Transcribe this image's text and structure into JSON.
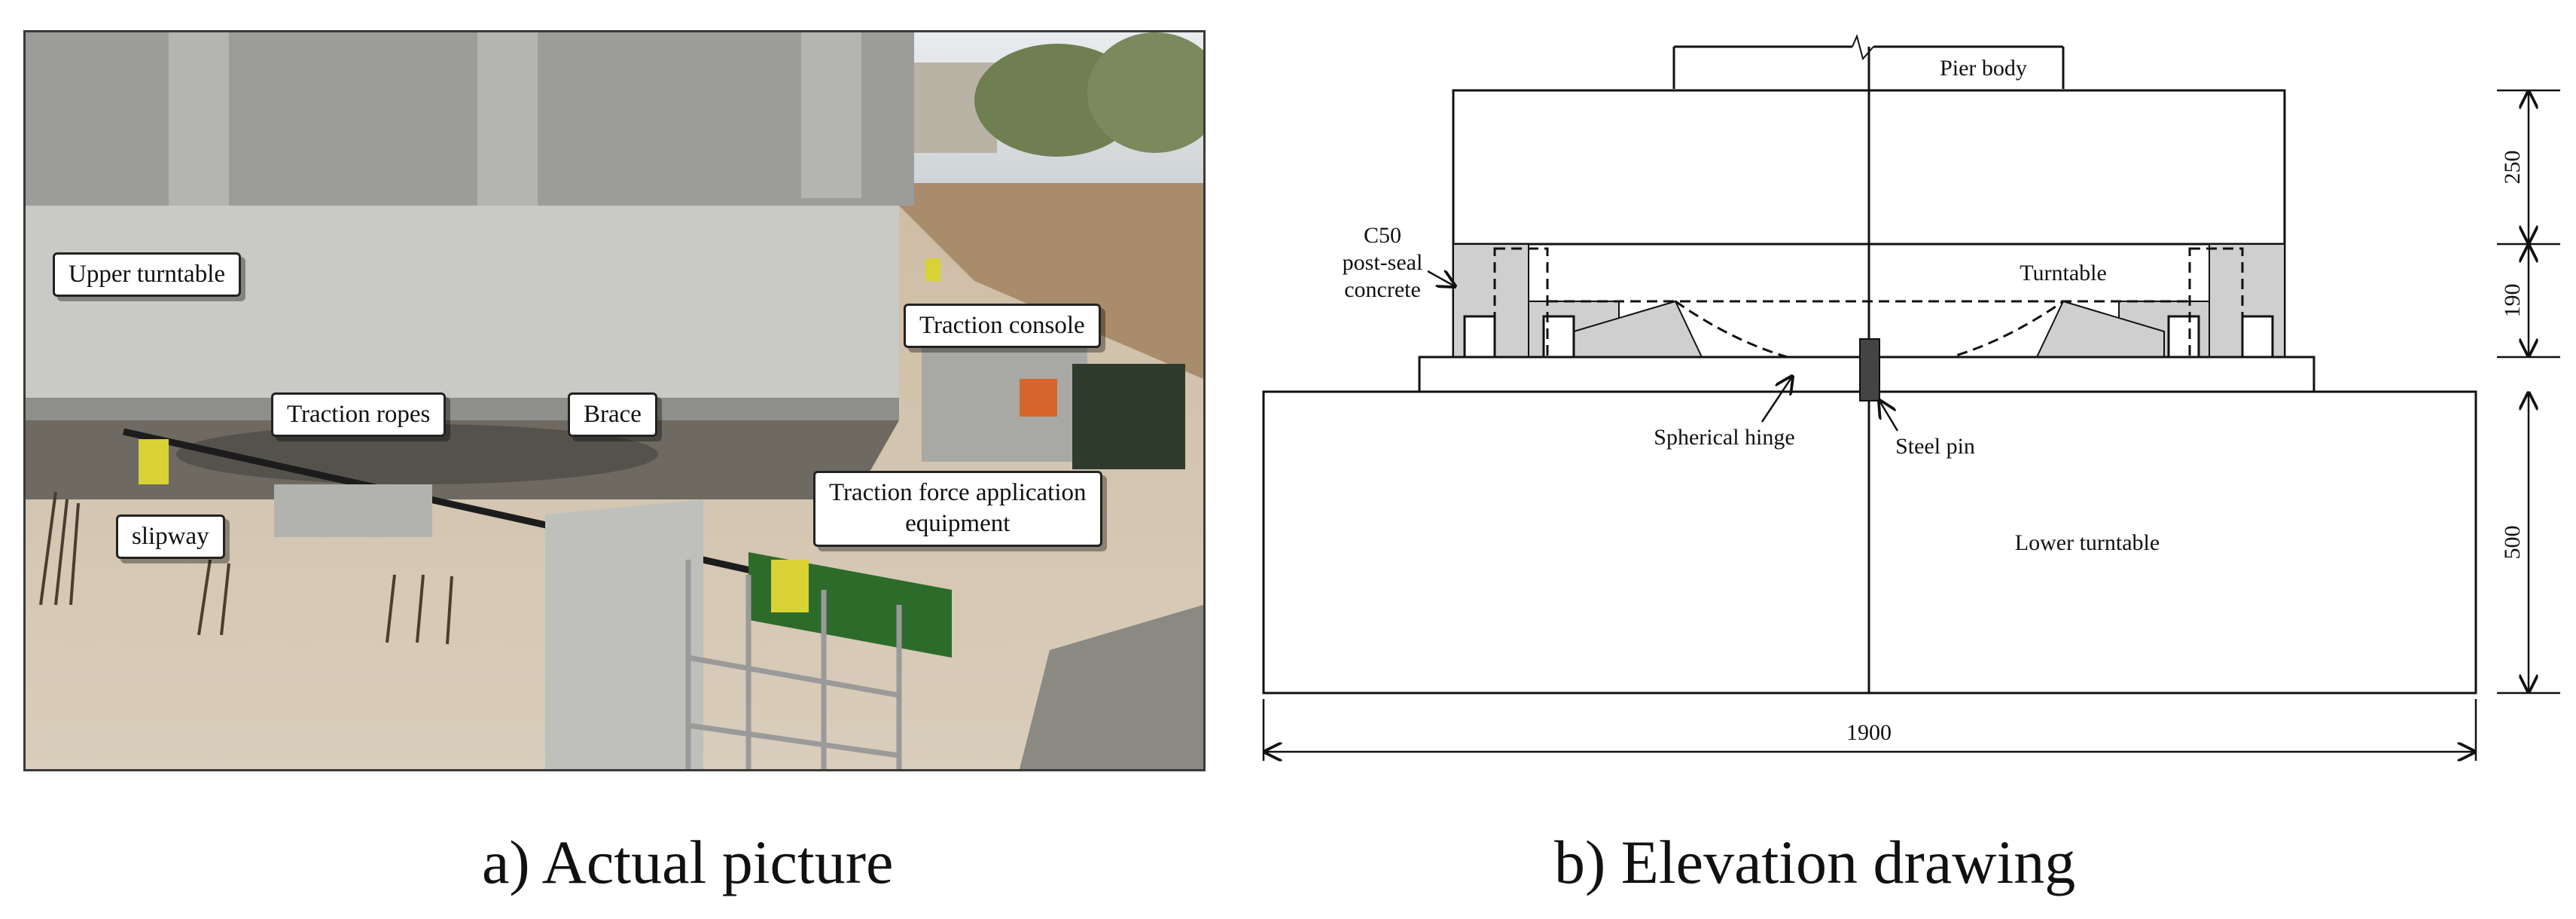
{
  "panel_a": {
    "caption": "a) Actual picture",
    "callouts": {
      "upper_turntable": "Upper turntable",
      "traction_ropes": "Traction ropes",
      "brace": "Brace",
      "traction_console": "Traction console",
      "slipway": "slipway",
      "traction_force_line1": "Traction force application",
      "traction_force_line2": "equipment"
    }
  },
  "panel_b": {
    "caption": "b) Elevation drawing",
    "labels": {
      "pier_body": "Pier body",
      "c50_line1": "C50",
      "c50_line2": "post-seal",
      "c50_line3": "concrete",
      "turntable": "Turntable",
      "spherical_hinge": "Spherical hinge",
      "steel_pin": "Steel pin",
      "lower_turntable": "Lower turntable"
    },
    "dimensions": {
      "width": "1900",
      "h_top": "250",
      "h_mid": "190",
      "h_bottom": "500"
    }
  }
}
